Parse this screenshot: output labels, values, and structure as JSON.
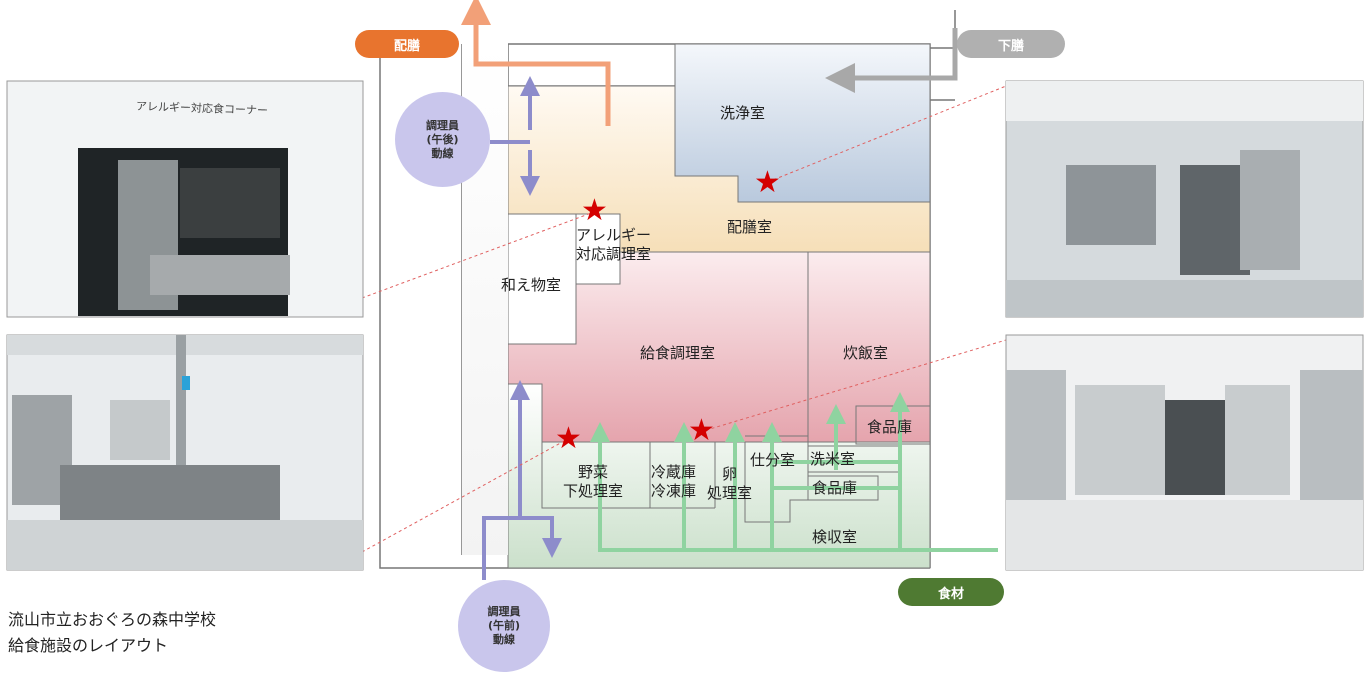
{
  "labels": {
    "haizen": "配膳",
    "gezen": "下膳",
    "shokuzai": "食材",
    "staff_afternoon": "調理員\n(午後)\n動線",
    "staff_morning": "調理員\n(午前)\n動線"
  },
  "rooms": {
    "senjo": "洗浄室",
    "haizen_room": "配膳室",
    "allergy": "アレルギー\n対応調理室",
    "aemono": "和え物室",
    "kyushoku": "給食調理室",
    "suihan": "炊飯室",
    "shokuhin1": "食品庫",
    "senmai": "洗米室",
    "shokuhin2": "食品庫",
    "shiwake": "仕分室",
    "tamago": "卵\n処理室",
    "reizo": "冷蔵庫\n冷凍庫",
    "yasai": "野菜\n下処理室",
    "kenshu": "検収室"
  },
  "photo_sign": "アレルギー対応食コーナー",
  "caption": [
    "流山市立おおぐろの森中学校",
    "給食施設のレイアウト"
  ],
  "colors": {
    "orange": "#e8742e",
    "grey": "#b0b0b0",
    "green": "#4f7a32",
    "purple": "#8d8ccb",
    "light_green_arrow": "#8fd3a0",
    "star": "#d40000"
  }
}
